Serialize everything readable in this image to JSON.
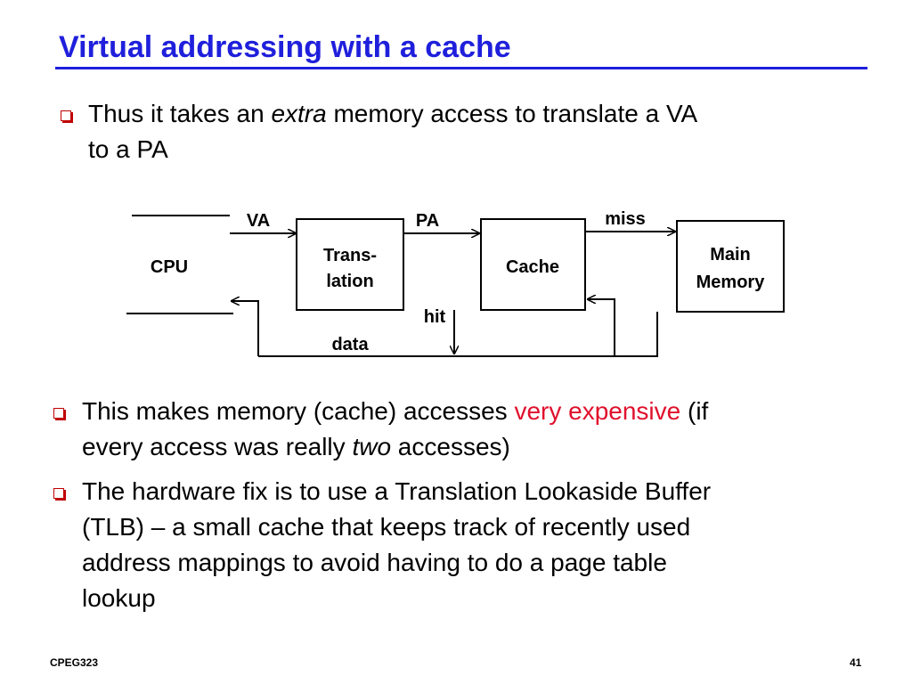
{
  "title": "Virtual addressing with a cache",
  "bullet1": {
    "pre": "Thus it takes an ",
    "em": "extra",
    "line1_post": " memory access to translate a VA",
    "line2": "to a PA"
  },
  "diagram": {
    "cpu": "CPU",
    "translation_line1": "Trans-",
    "translation_line2": "lation",
    "cache": "Cache",
    "memory_line1": "Main",
    "memory_line2": "Memory",
    "va_label": "VA",
    "pa_label": "PA",
    "miss_label": "miss",
    "hit_label": "hit",
    "data_label": "data"
  },
  "bullet2": {
    "pre": "This makes memory (cache) accesses ",
    "red": "very expensive",
    "line1_post": " (if",
    "line2_pre": "every access was really ",
    "line2_em": "two",
    "line2_post": " accesses)"
  },
  "bullet3": {
    "line1": "The hardware fix is to use a Translation Lookaside Buffer",
    "line2": "(TLB) – a small cache that keeps track of recently used",
    "line3": "address mappings to avoid having to do a page table",
    "line4": "lookup"
  },
  "footer": {
    "course": "CPEG323",
    "page": "41"
  },
  "colors": {
    "title": "#1f1fdc",
    "bullet": "#c00000",
    "highlight": "#e0102c"
  }
}
